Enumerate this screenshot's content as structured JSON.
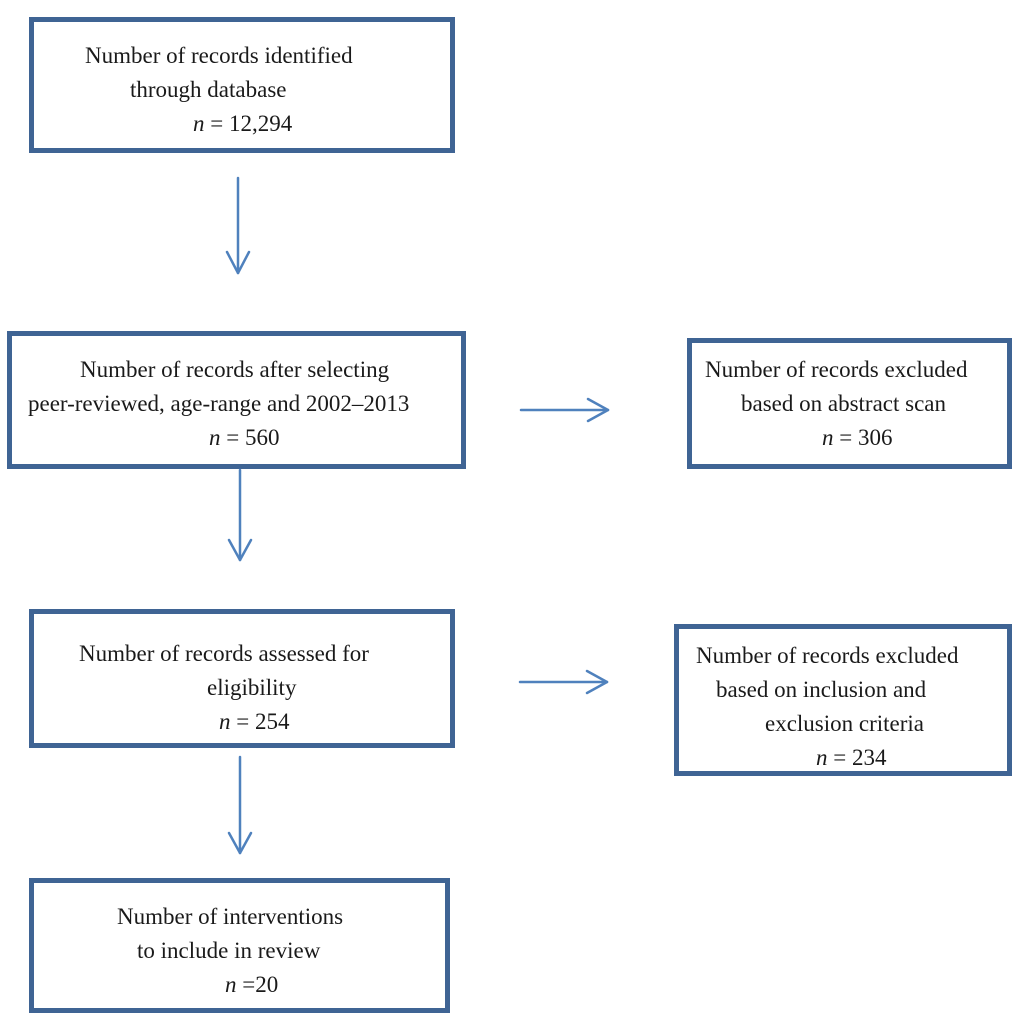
{
  "flowchart": {
    "identified": {
      "line1": "Number of records identified",
      "line2": "through database",
      "n_symbol": "n",
      "n_value": " = 12,294"
    },
    "selected": {
      "line1": "Number of records after selecting",
      "line2": "peer-reviewed, age-range and 2002–2013",
      "n_symbol": "n",
      "n_value": " = 560"
    },
    "excluded_abstract": {
      "line1": "Number of records excluded",
      "line2": "based on abstract scan",
      "n_symbol": "n",
      "n_value": " = 306"
    },
    "assessed": {
      "line1": "Number of records assessed for",
      "line2": "eligibility",
      "n_symbol": "n",
      "n_value": " = 254"
    },
    "excluded_criteria": {
      "line1": "Number of records excluded",
      "line2": "based on inclusion and",
      "line3": "exclusion criteria",
      "n_symbol": "n",
      "n_value": " = 234"
    },
    "included": {
      "line1": "Number of interventions",
      "line2": "to include in review",
      "n_symbol": "n",
      "n_value": " =20"
    },
    "colors": {
      "box_border": "#3f6494",
      "arrow": "#4f81bd"
    }
  }
}
